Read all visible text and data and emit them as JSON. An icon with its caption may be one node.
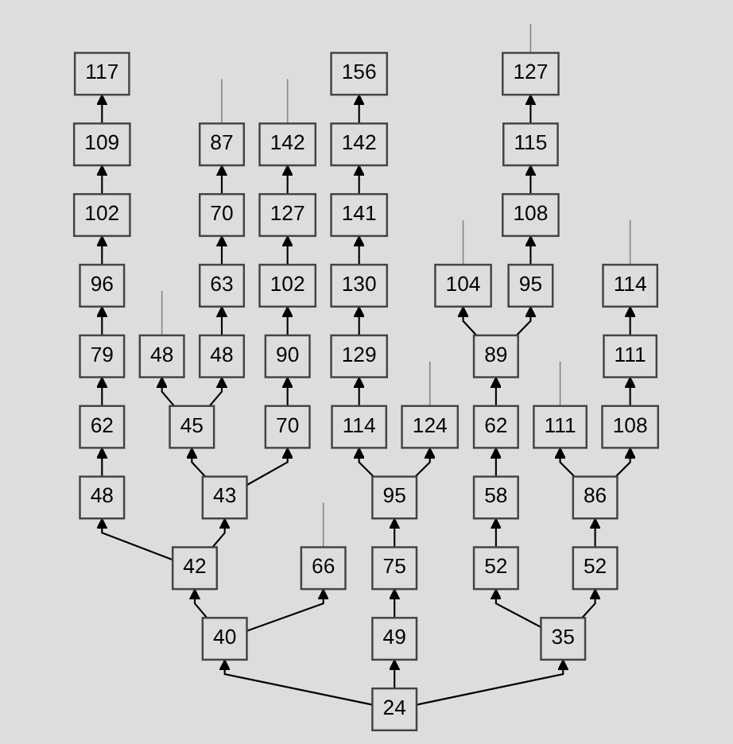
{
  "diagram": {
    "nodes": [
      {
        "text": [
          "117"
        ]
      },
      {
        "text": [
          "156"
        ]
      },
      {
        "text": [
          "127"
        ]
      },
      {
        "text": [
          "109"
        ]
      },
      {
        "text": [
          "87"
        ]
      },
      {
        "text": [
          "142"
        ]
      },
      {
        "text": [
          "142"
        ]
      },
      {
        "text": [
          "115"
        ]
      },
      {
        "text": [
          "102"
        ]
      },
      {
        "text": [
          "70"
        ]
      },
      {
        "text": [
          "127"
        ]
      },
      {
        "text": [
          "141"
        ]
      },
      {
        "text": [
          "108"
        ]
      },
      {
        "text": [
          "96"
        ]
      },
      {
        "text": [
          "63"
        ]
      },
      {
        "text": [
          "102"
        ]
      },
      {
        "text": [
          "130"
        ]
      },
      {
        "text": [
          "104"
        ]
      },
      {
        "text": [
          "95"
        ]
      },
      {
        "text": [
          "114"
        ]
      },
      {
        "text": [
          "79"
        ]
      },
      {
        "text": [
          "48"
        ]
      },
      {
        "text": [
          "48"
        ]
      },
      {
        "text": [
          "90"
        ]
      },
      {
        "text": [
          "129"
        ]
      },
      {
        "text": [
          "89"
        ]
      },
      {
        "text": [
          "111"
        ]
      },
      {
        "text": [
          "62"
        ]
      },
      {
        "text": [
          "45"
        ]
      },
      {
        "text": [
          "70"
        ]
      },
      {
        "text": [
          "114"
        ]
      },
      {
        "text": [
          "124"
        ]
      },
      {
        "text": [
          "62"
        ]
      },
      {
        "text": [
          "111"
        ]
      },
      {
        "text": [
          "108"
        ]
      },
      {
        "text": [
          "48"
        ]
      },
      {
        "text": [
          "43"
        ]
      },
      {
        "text": [
          "95"
        ]
      },
      {
        "text": [
          "58"
        ]
      },
      {
        "text": [
          "86"
        ]
      },
      {
        "text": [
          "42"
        ]
      },
      {
        "text": [
          "66"
        ]
      },
      {
        "text": [
          "75"
        ]
      },
      {
        "text": [
          "52"
        ]
      },
      {
        "text": [
          "52"
        ]
      },
      {
        "text": [
          "40"
        ]
      },
      {
        "text": [
          "49"
        ]
      },
      {
        "text": [
          "35"
        ]
      },
      {
        "text": [
          "24"
        ]
      }
    ],
    "edges": [
      {
        "from": 48,
        "to": 45,
        "arrow": "to"
      },
      {
        "from": 48,
        "to": 46,
        "arrow": "to"
      },
      {
        "from": 48,
        "to": 47,
        "arrow": "to"
      },
      {
        "from": 45,
        "to": 40,
        "arrow": "to"
      },
      {
        "from": 45,
        "to": 41,
        "arrow": "to"
      },
      {
        "from": 40,
        "to": 35,
        "arrow": "to"
      },
      {
        "from": 40,
        "to": 36,
        "arrow": "to"
      },
      {
        "from": 35,
        "to": 27,
        "arrow": "to"
      },
      {
        "from": 27,
        "to": 20,
        "arrow": "to"
      },
      {
        "from": 20,
        "to": 13,
        "arrow": "to"
      },
      {
        "from": 13,
        "to": 8,
        "arrow": "to"
      },
      {
        "from": 8,
        "to": 3,
        "arrow": "to"
      },
      {
        "from": 3,
        "to": 0,
        "arrow": "to"
      },
      {
        "from": 36,
        "to": 28,
        "arrow": "to"
      },
      {
        "from": 36,
        "to": 29,
        "arrow": "to"
      },
      {
        "from": 28,
        "to": 21,
        "arrow": "to"
      },
      {
        "from": 28,
        "to": 22,
        "arrow": "to"
      },
      {
        "from": 22,
        "to": 14,
        "arrow": "to"
      },
      {
        "from": 14,
        "to": 9,
        "arrow": "to"
      },
      {
        "from": 9,
        "to": 4,
        "arrow": "to"
      },
      {
        "from": 29,
        "to": 23,
        "arrow": "to"
      },
      {
        "from": 23,
        "to": 15,
        "arrow": "to"
      },
      {
        "from": 15,
        "to": 10,
        "arrow": "to"
      },
      {
        "from": 10,
        "to": 5,
        "arrow": "to"
      },
      {
        "from": 46,
        "to": 42,
        "arrow": "to"
      },
      {
        "from": 42,
        "to": 37,
        "arrow": "to"
      },
      {
        "from": 37,
        "to": 30,
        "arrow": "to"
      },
      {
        "from": 37,
        "to": 31,
        "arrow": "to"
      },
      {
        "from": 30,
        "to": 24,
        "arrow": "to"
      },
      {
        "from": 24,
        "to": 16,
        "arrow": "to"
      },
      {
        "from": 16,
        "to": 11,
        "arrow": "to"
      },
      {
        "from": 11,
        "to": 6,
        "arrow": "to"
      },
      {
        "from": 6,
        "to": 1,
        "arrow": "to"
      },
      {
        "from": 47,
        "to": 43,
        "arrow": "to"
      },
      {
        "from": 47,
        "to": 44,
        "arrow": "to"
      },
      {
        "from": 43,
        "to": 38,
        "arrow": "to"
      },
      {
        "from": 38,
        "to": 32,
        "arrow": "to"
      },
      {
        "from": 32,
        "to": 25,
        "arrow": "to"
      },
      {
        "from": 25,
        "to": 17,
        "arrow": "to"
      },
      {
        "from": 25,
        "to": 18,
        "arrow": "to"
      },
      {
        "from": 18,
        "to": 12,
        "arrow": "to"
      },
      {
        "from": 12,
        "to": 7,
        "arrow": "to"
      },
      {
        "from": 7,
        "to": 2,
        "arrow": "to"
      },
      {
        "from": 44,
        "to": 39,
        "arrow": "to"
      },
      {
        "from": 39,
        "to": 33,
        "arrow": "to"
      },
      {
        "from": 39,
        "to": 34,
        "arrow": "to"
      },
      {
        "from": 34,
        "to": 26,
        "arrow": "to"
      },
      {
        "from": 26,
        "to": 19,
        "arrow": "to"
      },
      {
        "from": 21,
        "to": null,
        "arrow": "none",
        "color": "#888888"
      },
      {
        "from": 4,
        "to": null,
        "arrow": "none",
        "color": "#888888"
      },
      {
        "from": 5,
        "to": null,
        "arrow": "none",
        "color": "#888888"
      },
      {
        "from": 41,
        "to": null,
        "arrow": "none",
        "color": "#888888"
      },
      {
        "from": 31,
        "to": null,
        "arrow": "none",
        "color": "#888888"
      },
      {
        "from": 17,
        "to": null,
        "arrow": "none",
        "color": "#888888"
      },
      {
        "from": 33,
        "to": null,
        "arrow": "none",
        "color": "#888888"
      },
      {
        "from": 19,
        "to": null,
        "arrow": "none",
        "color": "#888888"
      },
      {
        "from": 2,
        "to": null,
        "arrow": "none",
        "color": "#888888"
      }
    ]
  }
}
